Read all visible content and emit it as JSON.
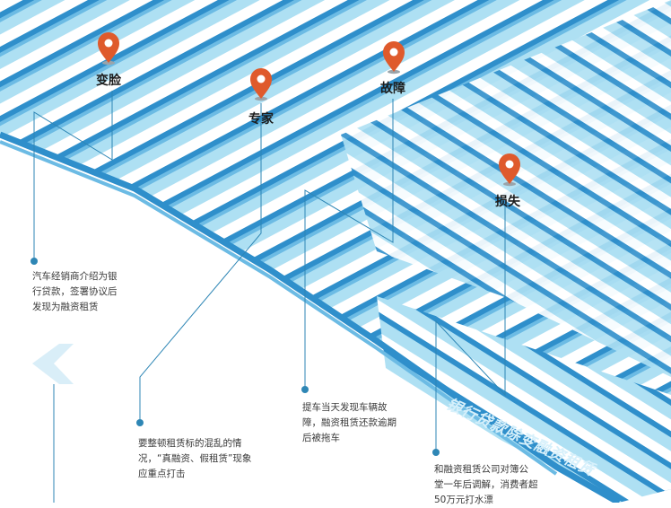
{
  "pins": [
    {
      "label": "变脸"
    },
    {
      "label": "专家"
    },
    {
      "label": "故障"
    },
    {
      "label": "损失"
    }
  ],
  "callouts": [
    {
      "lines": [
        "汽车经销商介绍为银",
        "行贷款，签署协议后",
        "发现为融资租赁"
      ]
    },
    {
      "lines": [
        "要整顿租赁标的混乱的情",
        "况，“真融资、假租赁”现象",
        "应重点打击"
      ]
    },
    {
      "lines": [
        "提车当天发现车辆故",
        "障，融资租赁还款逾期",
        "后被拖车"
      ]
    },
    {
      "lines": [
        "和融资租赁公司对簿公",
        "堂一年后调解，消费者超",
        "50万元打水漂"
      ]
    }
  ],
  "banner": "银行贷款除变融资租赁",
  "colors": {
    "maze_top": "#ffffff",
    "maze_floor": "#aee0f3",
    "maze_dark": "#2f8fcb",
    "maze_mid": "#6cbbe4",
    "pin": "#df5a2c",
    "leader": "#2e86b5"
  }
}
